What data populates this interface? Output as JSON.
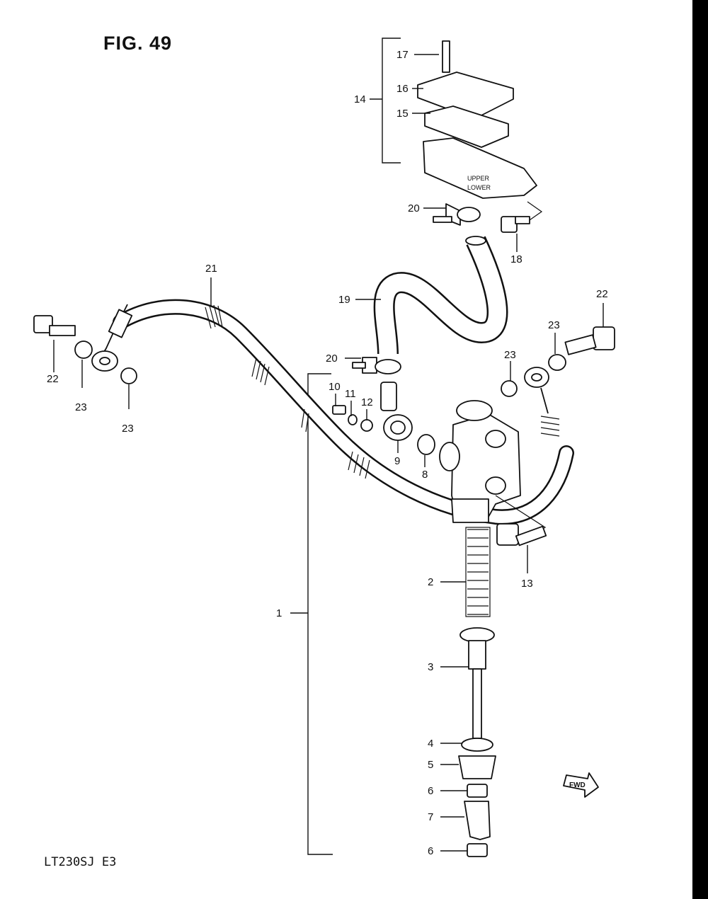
{
  "figure": {
    "title": "FIG. 49",
    "model": "LT230SJ E3",
    "fwd_label": "FWD"
  },
  "callouts": [
    {
      "id": "c17",
      "label": "17"
    },
    {
      "id": "c16",
      "label": "16"
    },
    {
      "id": "c14",
      "label": "14"
    },
    {
      "id": "c15",
      "label": "15"
    },
    {
      "id": "c20a",
      "label": "20"
    },
    {
      "id": "c18",
      "label": "18"
    },
    {
      "id": "c21",
      "label": "21"
    },
    {
      "id": "c19",
      "label": "19"
    },
    {
      "id": "c22a",
      "label": "22"
    },
    {
      "id": "c23a",
      "label": "23"
    },
    {
      "id": "c23b",
      "label": "23"
    },
    {
      "id": "c20b",
      "label": "20"
    },
    {
      "id": "c22b",
      "label": "22"
    },
    {
      "id": "c23c",
      "label": "23"
    },
    {
      "id": "c23d",
      "label": "23"
    },
    {
      "id": "c10",
      "label": "10"
    },
    {
      "id": "c11",
      "label": "11"
    },
    {
      "id": "c12",
      "label": "12"
    },
    {
      "id": "c9",
      "label": "9"
    },
    {
      "id": "c8",
      "label": "8"
    },
    {
      "id": "c13",
      "label": "13"
    },
    {
      "id": "c2",
      "label": "2"
    },
    {
      "id": "c1",
      "label": "1"
    },
    {
      "id": "c3",
      "label": "3"
    },
    {
      "id": "c4",
      "label": "4"
    },
    {
      "id": "c5",
      "label": "5"
    },
    {
      "id": "c6a",
      "label": "6"
    },
    {
      "id": "c7",
      "label": "7"
    },
    {
      "id": "c6b",
      "label": "6"
    }
  ],
  "master_cylinder_reservoir_marks": {
    "upper": "UPPER",
    "lower": "LOWER"
  }
}
